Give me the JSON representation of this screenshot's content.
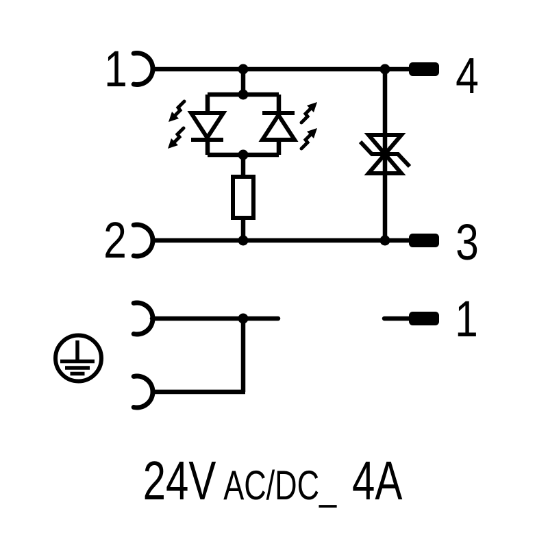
{
  "pins": {
    "contact_top": "1",
    "contact_bottom": "2",
    "terminal_top": "4",
    "terminal_bottom": "3",
    "terminal_pe": "1"
  },
  "caption": {
    "voltage": "24V",
    "supply": "AC/DC_",
    "current": "4A"
  },
  "colors": {
    "ink": "#000000",
    "background": "#ffffff"
  }
}
